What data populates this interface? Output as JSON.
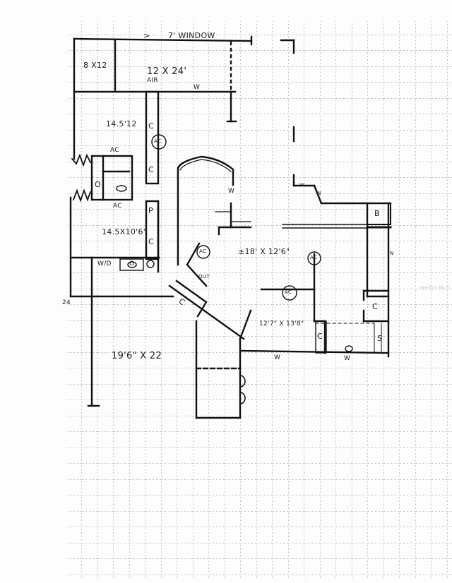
{
  "document": {
    "type": "hand-drawn floor plan on graph paper"
  },
  "labels": {
    "window_note": "7' WINDOW",
    "room_8x12": "8 X12",
    "room_12x24": "12 X 24'",
    "air": "AIR",
    "w_top": "W",
    "room_145x12": "14.5'12",
    "ac_circle_1": "AC",
    "c1": "C",
    "c2": "C",
    "ac_top": "AC",
    "o_bath": "O",
    "ac_bottom": "AC",
    "p_pantry": "P",
    "room_145x106": "14.5X10'6\"",
    "c3": "C",
    "wd": "W/D",
    "o_laundry": "O",
    "num_24": "24",
    "room_18x126": "±18' X 12'6\"",
    "ac_circle_2": "AC",
    "ac_circle_3": "AC",
    "ac_circle_4": "AC",
    "out": "OUT",
    "w_mid": "W",
    "w_right1": "W",
    "w_right2": "W",
    "b_box": "B",
    "n_right": "N",
    "c_closet_right": "C",
    "room_127x138": "12'7\" X 13'8\"",
    "c_kitchen": "C",
    "s_box": "S",
    "o_kitchen": "O",
    "w_bottom1": "W",
    "w_bottom2": "W",
    "room_196x22": "19'6\" X 22",
    "c_diag": "C",
    "watermark": "Stellar MLS"
  }
}
